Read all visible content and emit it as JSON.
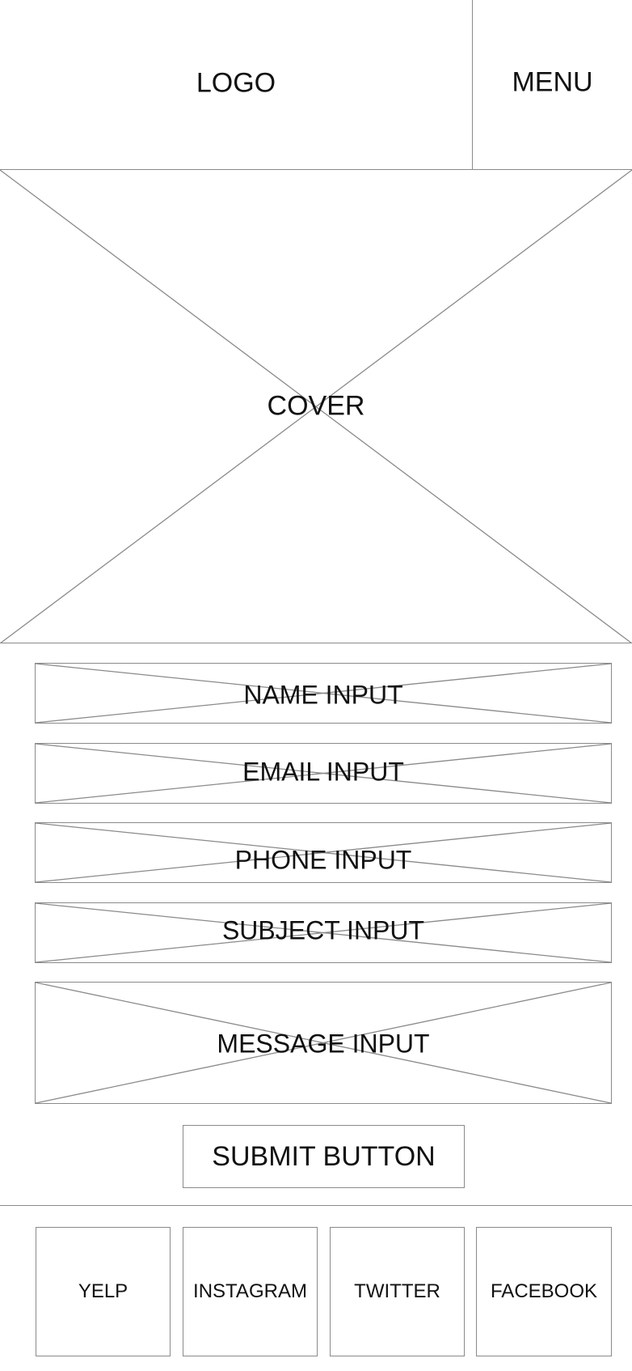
{
  "header": {
    "logo_label": "LOGO",
    "menu_label": "MENU"
  },
  "cover": {
    "label": "COVER"
  },
  "form": {
    "name_label": "NAME INPUT",
    "email_label": "EMAIL INPUT",
    "phone_label": "PHONE INPUT",
    "subject_label": "SUBJECT INPUT",
    "message_label": "MESSAGE INPUT",
    "submit_label": "SUBMIT BUTTON"
  },
  "footer": {
    "social": [
      "YELP",
      "INSTAGRAM",
      "TWITTER",
      "FACEBOOK"
    ]
  },
  "colors": {
    "line": "#8a8a8a",
    "text": "#111111",
    "background": "#ffffff"
  }
}
